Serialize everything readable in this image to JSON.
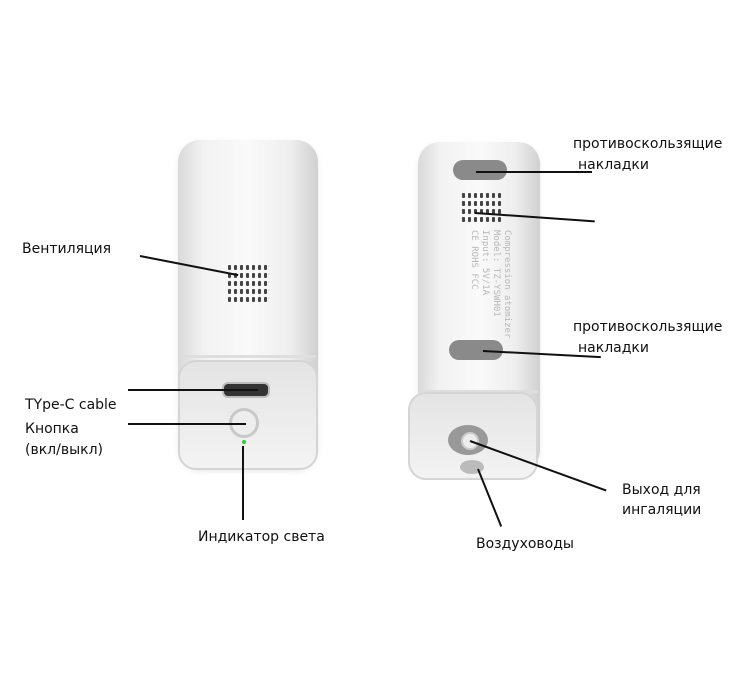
{
  "left_device": {
    "labels": {
      "ventilation": "Вентиляция",
      "type_c": "TYpe-C cable",
      "button_line1": "Кнопка",
      "button_line2": "(вкл/выкл)",
      "indicator": "Индикатор света"
    },
    "led_color": "#33cc33"
  },
  "right_device": {
    "labels": {
      "pads_top_line1": "противоскользящие",
      "pads_top_line2": "накладки",
      "pads_bottom_line1": "противоскользящие",
      "pads_bottom_line2": "накладки",
      "outlet_line1": "Выход для",
      "outlet_line2": "ингаляции",
      "air_ducts": "Воздуховоды"
    },
    "engraving": [
      "Compression atomizer",
      "Model: TZ-YSWH01",
      "Input: 5V/1A",
      "CE ROHS FCC"
    ]
  }
}
